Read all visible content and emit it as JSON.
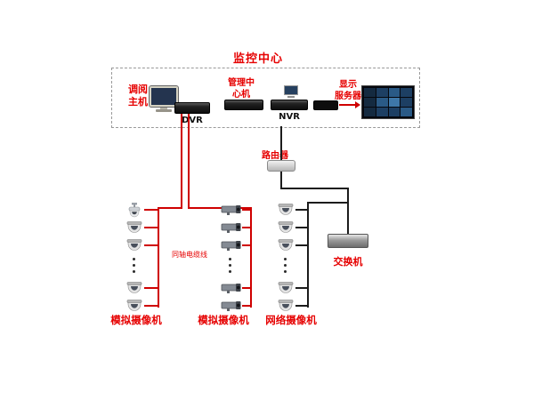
{
  "title": "监控中心",
  "colors": {
    "label": "#e60000",
    "red_line": "#cf0000",
    "black_line": "#1c1c1c"
  },
  "monitoring_center": {
    "review_host_label": "调阅\n主机",
    "dvr_label": "DVR",
    "management_label": "管理中\n心机",
    "nvr_label": "NVR",
    "display_server_label": "显示\n服务器"
  },
  "network": {
    "router_label": "路由器",
    "switch_label": "交换机",
    "coaxial_cable_label": "同轴电缆线"
  },
  "camera_columns": [
    {
      "label": "模拟摄像机",
      "camera_type": "dome-ptz",
      "visible_cameras": 5,
      "ellipsis": true
    },
    {
      "label": "模拟摄像机",
      "camera_type": "bullet",
      "visible_cameras": 5,
      "ellipsis": true
    },
    {
      "label": "网络摄像机",
      "camera_type": "dome",
      "visible_cameras": 5,
      "ellipsis": true
    }
  ]
}
